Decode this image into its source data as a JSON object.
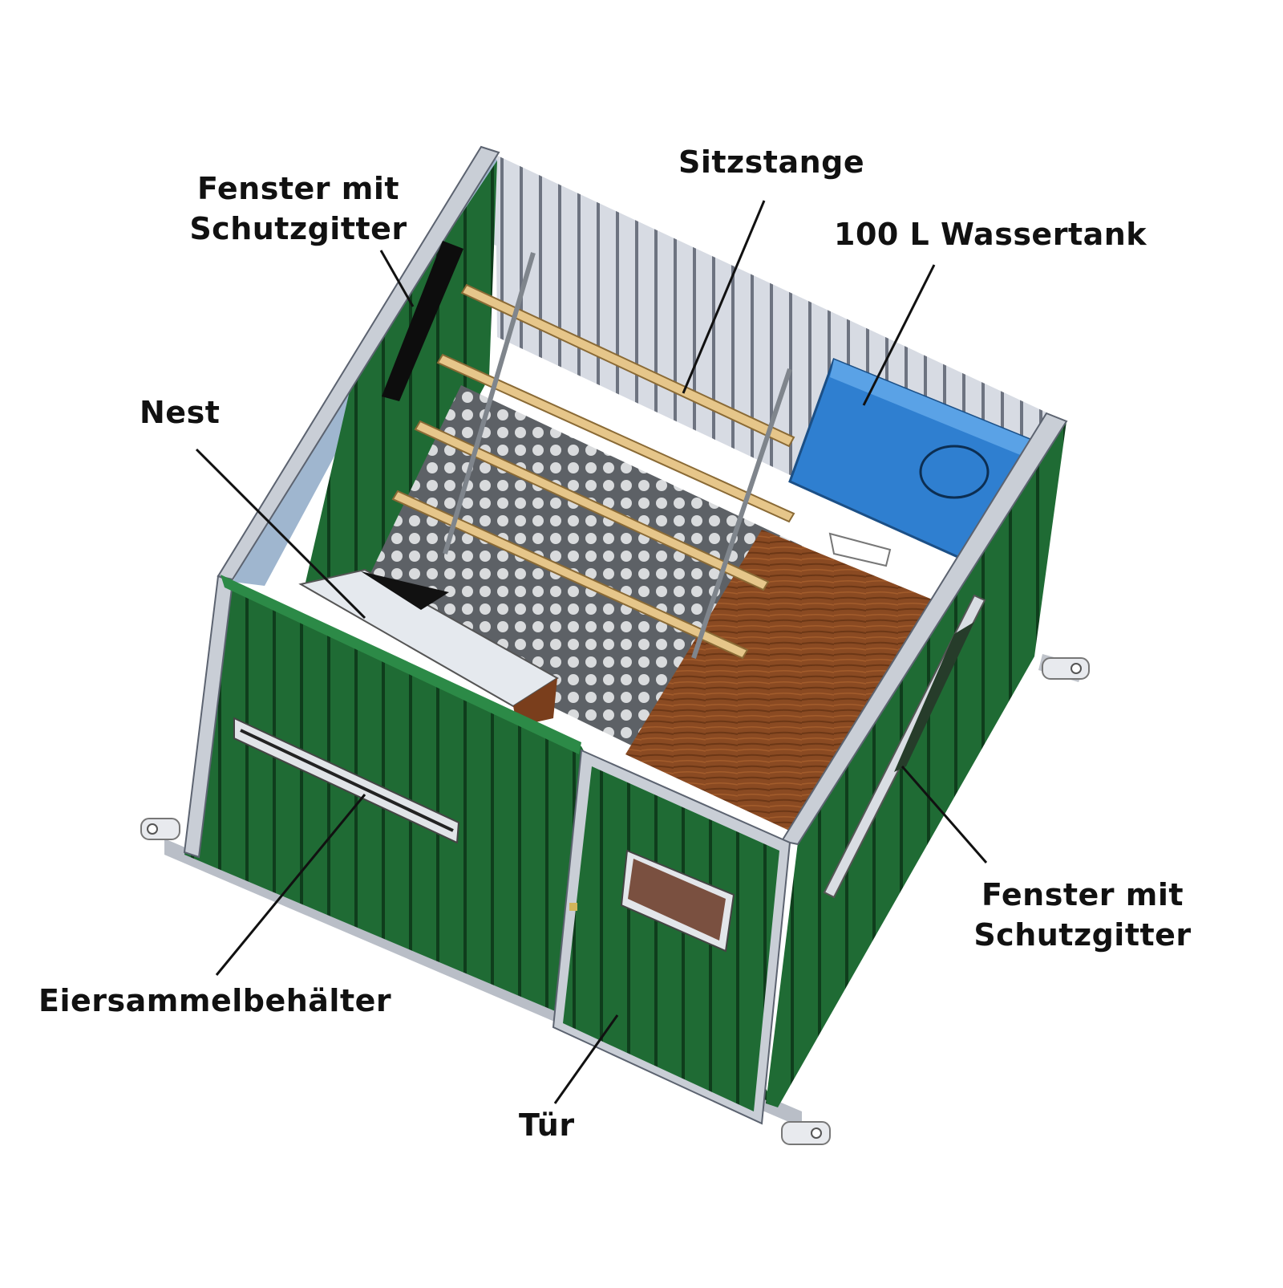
{
  "labels": {
    "window_left": {
      "line1": "Fenster mit",
      "line2": "Schutzgitter"
    },
    "perch": "Sitzstange",
    "water_tank": "100 L Wassertank",
    "nest": "Nest",
    "egg_collector": "Eiersammelbehälter",
    "door": "Tür",
    "window_right": {
      "line1": "Fenster mit",
      "line2": "Schutzgitter"
    }
  },
  "colors": {
    "wall_green": "#1f6b34",
    "wall_stripe": "#0f3d1c",
    "frame_grey": "#c9ced6",
    "floor_wood": "#8a4a22",
    "grid_floor": "#6f7377",
    "perch_wood": "#e6c68a",
    "tank_blue": "#2f7fd0",
    "leader_line": "#111111"
  }
}
